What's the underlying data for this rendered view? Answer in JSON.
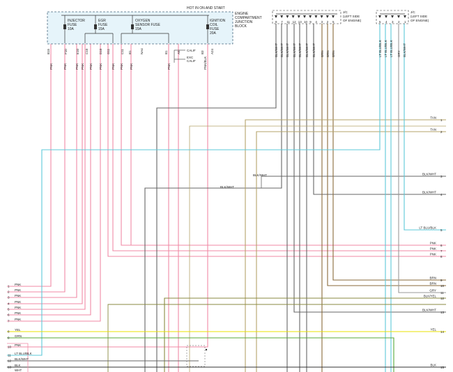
{
  "junction_block": {
    "header": "HOT IN ON AND START",
    "title_lines": [
      "ENGINE",
      "COMPARTMENT",
      "JUNCTION",
      "BLOCK"
    ],
    "fuses": [
      {
        "lines": [
          "INJECTOR",
          "FUSE",
          "10A"
        ]
      },
      {
        "lines": [
          "EGR",
          "FUSE",
          "15A"
        ]
      },
      {
        "lines": [
          "OXYGEN",
          "SENSOR FUSE",
          "15A"
        ]
      },
      {
        "lines": [
          "IGNITION",
          "COIL",
          "FUSE",
          "20A"
        ]
      }
    ],
    "pins": [
      "B15",
      "F10",
      "E10",
      "C10",
      "D10",
      "G11",
      "C11",
      "B1",
      "NA4",
      "B1",
      "A5",
      "B3",
      "A24"
    ]
  },
  "calibration": {
    "labels": [
      "CALIF",
      "EXC",
      "CALIF"
    ]
  },
  "jc1": {
    "title_lines": [
      "J/C",
      "(LEFT SIDE",
      "OF ENGINE)"
    ],
    "pins": [
      "8",
      "7",
      "11",
      "12",
      "13",
      "10",
      "9",
      "4",
      "3",
      "2",
      "5"
    ]
  },
  "jc2": {
    "title_lines": [
      "J/C",
      "(LEFT SIDE",
      "OF ENGINE)"
    ],
    "pins": [
      "5",
      "4",
      "3",
      "2",
      "1"
    ]
  },
  "top_wire_labels": {
    "fuse_side": [
      "PNK",
      "PNK",
      "PNK",
      "PNK",
      "PNK",
      "PNK",
      "PNK",
      "PNK",
      "PNK",
      "PNK",
      "PNK/BLK"
    ],
    "jc1_side": [
      "BLK/WHT",
      "BLK/WHT",
      "BLK/WHT",
      "BLK/WHT",
      "BLK/WHT",
      "BLK/WHT",
      "BLK/WHT",
      "BRN",
      "BRN",
      "BRN"
    ],
    "jc2_side": [
      "LT BLU/BLK",
      "LT BLU/BLK",
      "LT BLU/BLK",
      "GRY",
      "BLK/WHT"
    ]
  },
  "splice_labels": [
    "BLK/WHT",
    "BLK/WHT"
  ],
  "right_wires": [
    {
      "label": "TAN",
      "num": "1"
    },
    {
      "label": "TAN",
      "num": "2"
    },
    {
      "label": "BLK/WHT",
      "num": "3"
    },
    {
      "label": "BLK/WHT",
      "num": "4"
    },
    {
      "label": "LT BLU/BLK",
      "num": "5"
    },
    {
      "label": "PNK",
      "num": "6"
    },
    {
      "label": "PNK",
      "num": "7"
    },
    {
      "label": "PNK",
      "num": "8"
    },
    {
      "label": "BRN",
      "num": "9"
    },
    {
      "label": "BRN",
      "num": "10"
    },
    {
      "label": "GRY",
      "num": "11"
    },
    {
      "label": "BLK/YEL",
      "num": "12"
    },
    {
      "label": "BLK/WHT",
      "num": "13"
    },
    {
      "label": "YEL",
      "num": "14"
    },
    {
      "label": "BLK",
      "num": "15"
    }
  ],
  "left_wires": [
    {
      "num": "1",
      "label": "PNK"
    },
    {
      "num": "2",
      "label": "PNK"
    },
    {
      "num": "3",
      "label": "PNK"
    },
    {
      "num": "4",
      "label": "PNK"
    },
    {
      "num": "5",
      "label": "PNK"
    },
    {
      "num": "6",
      "label": "PNK"
    },
    {
      "num": "7",
      "label": "PNK"
    },
    {
      "num": "8",
      "label": "YEL"
    },
    {
      "num": "9",
      "label": "GRN"
    },
    {
      "num": "10",
      "label": "PNK"
    },
    {
      "num": "11",
      "label": "LT BLU/BLK"
    },
    {
      "num": "12",
      "label": "BLK/WHT"
    },
    {
      "num": "13",
      "label": "BLK"
    },
    {
      "num": "",
      "label": "WHT"
    }
  ],
  "wire_colors": {
    "PNK": "#f08aa5",
    "TAN": "#b5a36a",
    "BLK_WHT": "#666666",
    "BRN": "#8a6a3a",
    "LT_BLU": "#5cc8d8",
    "GRY": "#999999",
    "YEL": "#e8e000",
    "GRN": "#5aa83a",
    "BLK_YEL": "#8a8a40",
    "BLK": "#333333",
    "box_fill": "#e6f4fa",
    "box_border": "#4a6a80"
  }
}
